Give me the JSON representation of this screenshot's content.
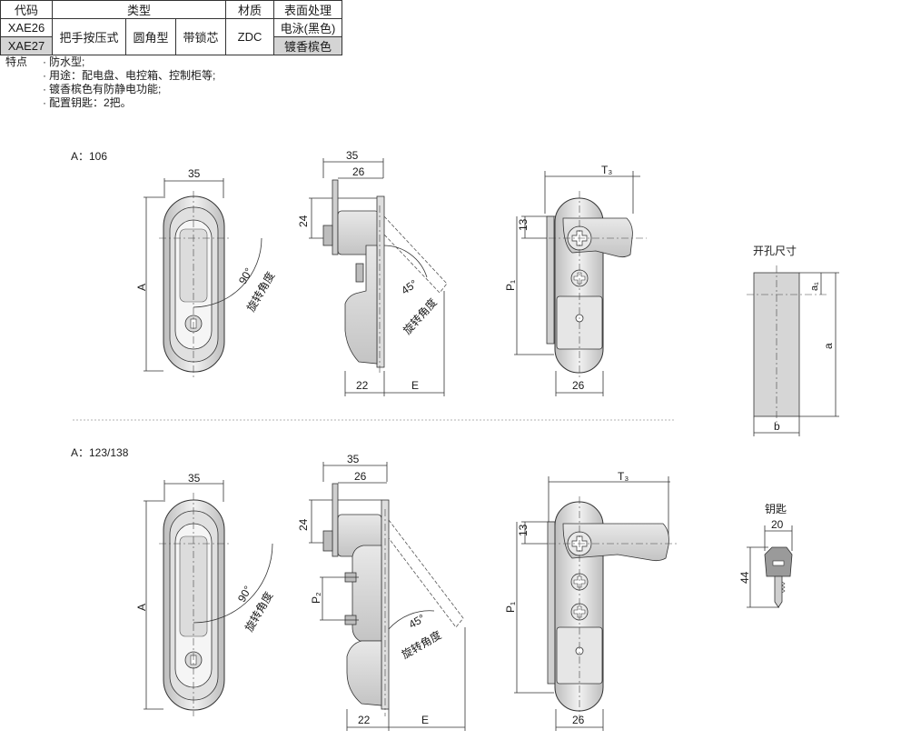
{
  "table": {
    "headers": [
      "代码",
      "类型",
      "材质",
      "表面处理"
    ],
    "codes": [
      "XAE26",
      "XAE27"
    ],
    "types": [
      "把手按压式",
      "圆角型",
      "带锁芯"
    ],
    "material": "ZDC",
    "finishes": [
      "电泳(黑色)",
      "镀香槟色"
    ]
  },
  "features": {
    "lead": "特点",
    "items": [
      "防水型;",
      "用途：配电盘、电控箱、控制柜等;",
      "镀香槟色有防静电功能;",
      "配置钥匙：2把。"
    ]
  },
  "section1": {
    "label": "A：106",
    "dim_front_width": "35",
    "dim_A": "A",
    "rotation_90": "90°",
    "rotation_label": "旋转角度",
    "dim_side_35": "35",
    "dim_side_26": "26",
    "dim_side_24": "24",
    "dim_side_22": "22",
    "dim_E": "E",
    "rotation_45": "45°",
    "dim_T3": "T₃",
    "dim_13": "13",
    "dim_P1": "P₁",
    "dim_26": "26"
  },
  "cutout": {
    "title": "开孔尺寸",
    "dim_a1": "a₁",
    "dim_a": "a",
    "dim_b": "b"
  },
  "section2": {
    "label": "A：123/138",
    "dim_front_width": "35",
    "dim_A": "A",
    "rotation_90": "90°",
    "rotation_label": "旋转角度",
    "dim_side_35": "35",
    "dim_side_26": "26",
    "dim_side_24": "24",
    "dim_P2": "P₂",
    "dim_side_22": "22",
    "dim_E": "E",
    "rotation_45": "45°",
    "dim_T3": "T₃",
    "dim_13": "13",
    "dim_P1": "P₁",
    "dim_26": "26"
  },
  "key": {
    "title": "钥匙",
    "dim_20": "20",
    "dim_44": "44"
  }
}
